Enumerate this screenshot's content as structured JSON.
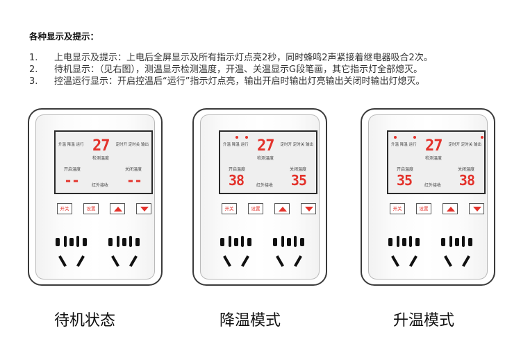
{
  "heading": "各种显示及提示：",
  "lines": [
    {
      "num": "1.",
      "text": "上电显示及提示：上电后全屏显示及所有指示灯点亮2秒，同时蜂鸣2声紧接着继电器吸合2次。"
    },
    {
      "num": "2.",
      "text": "待机显示：（见右图），测温显示检测温度，开温、关温显示G段笔画，其它指示灯全部熄灭。"
    },
    {
      "num": "3.",
      "text": "控温运行显示：开启控温后“运行”指示灯点亮，输出开启时输出灯亮输出关闭时输出灯熄灭。"
    }
  ],
  "panel_labels": {
    "ind_left": "升温 降温 运行",
    "ind_right": "定时开 定时关 输出",
    "detect": "检测温度",
    "open": "开启温度",
    "close": "关闭温度",
    "ir": "红外接收",
    "btn_power": "开关",
    "btn_set": "设置"
  },
  "devices": [
    {
      "caption": "待机状态",
      "current": "27",
      "open": "--",
      "close": "--"
    },
    {
      "caption": "降温模式",
      "current": "27",
      "open": "38",
      "close": "35"
    },
    {
      "caption": "升温模式",
      "current": "27",
      "open": "35",
      "close": "38"
    }
  ],
  "accent_color": "#e3322b"
}
